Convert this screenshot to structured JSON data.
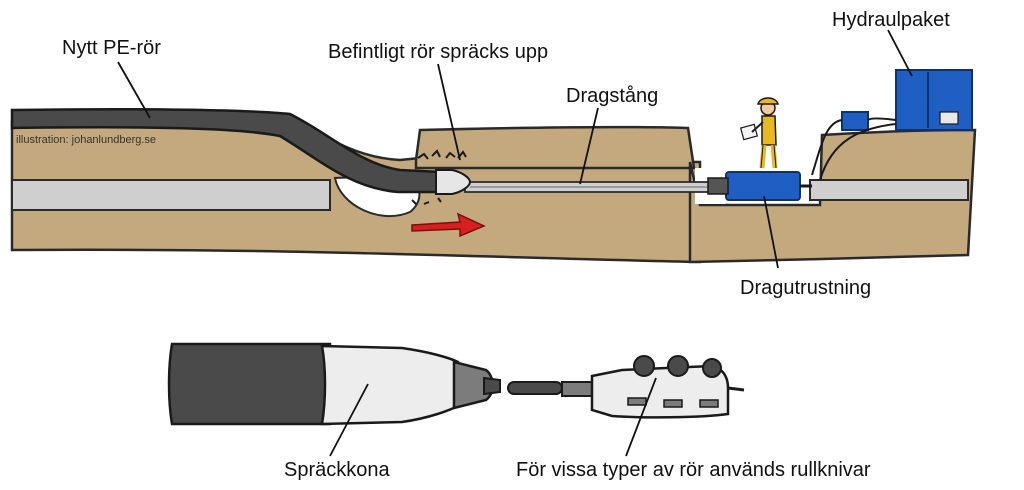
{
  "labels": {
    "new_pipe": "Nytt PE-rör",
    "existing_pipe": "Befintligt rör spräcks upp",
    "pull_rod": "Dragstång",
    "hydraulic_pack": "Hydraulpaket",
    "pulling_equipment": "Dragutrustning",
    "bursting_cone": "Spräckkona",
    "roller_knives": "För vissa typer av rör används rullknivar"
  },
  "credit": "illustration: johanlundberg.se",
  "colors": {
    "soil": "#c4a97f",
    "old_pipe": "#cfcfcf",
    "new_pipe": "#4a4a4a",
    "equipment_blue": "#1f5fc4",
    "arrow_red": "#d62020",
    "worker_yellow": "#e8b820"
  }
}
